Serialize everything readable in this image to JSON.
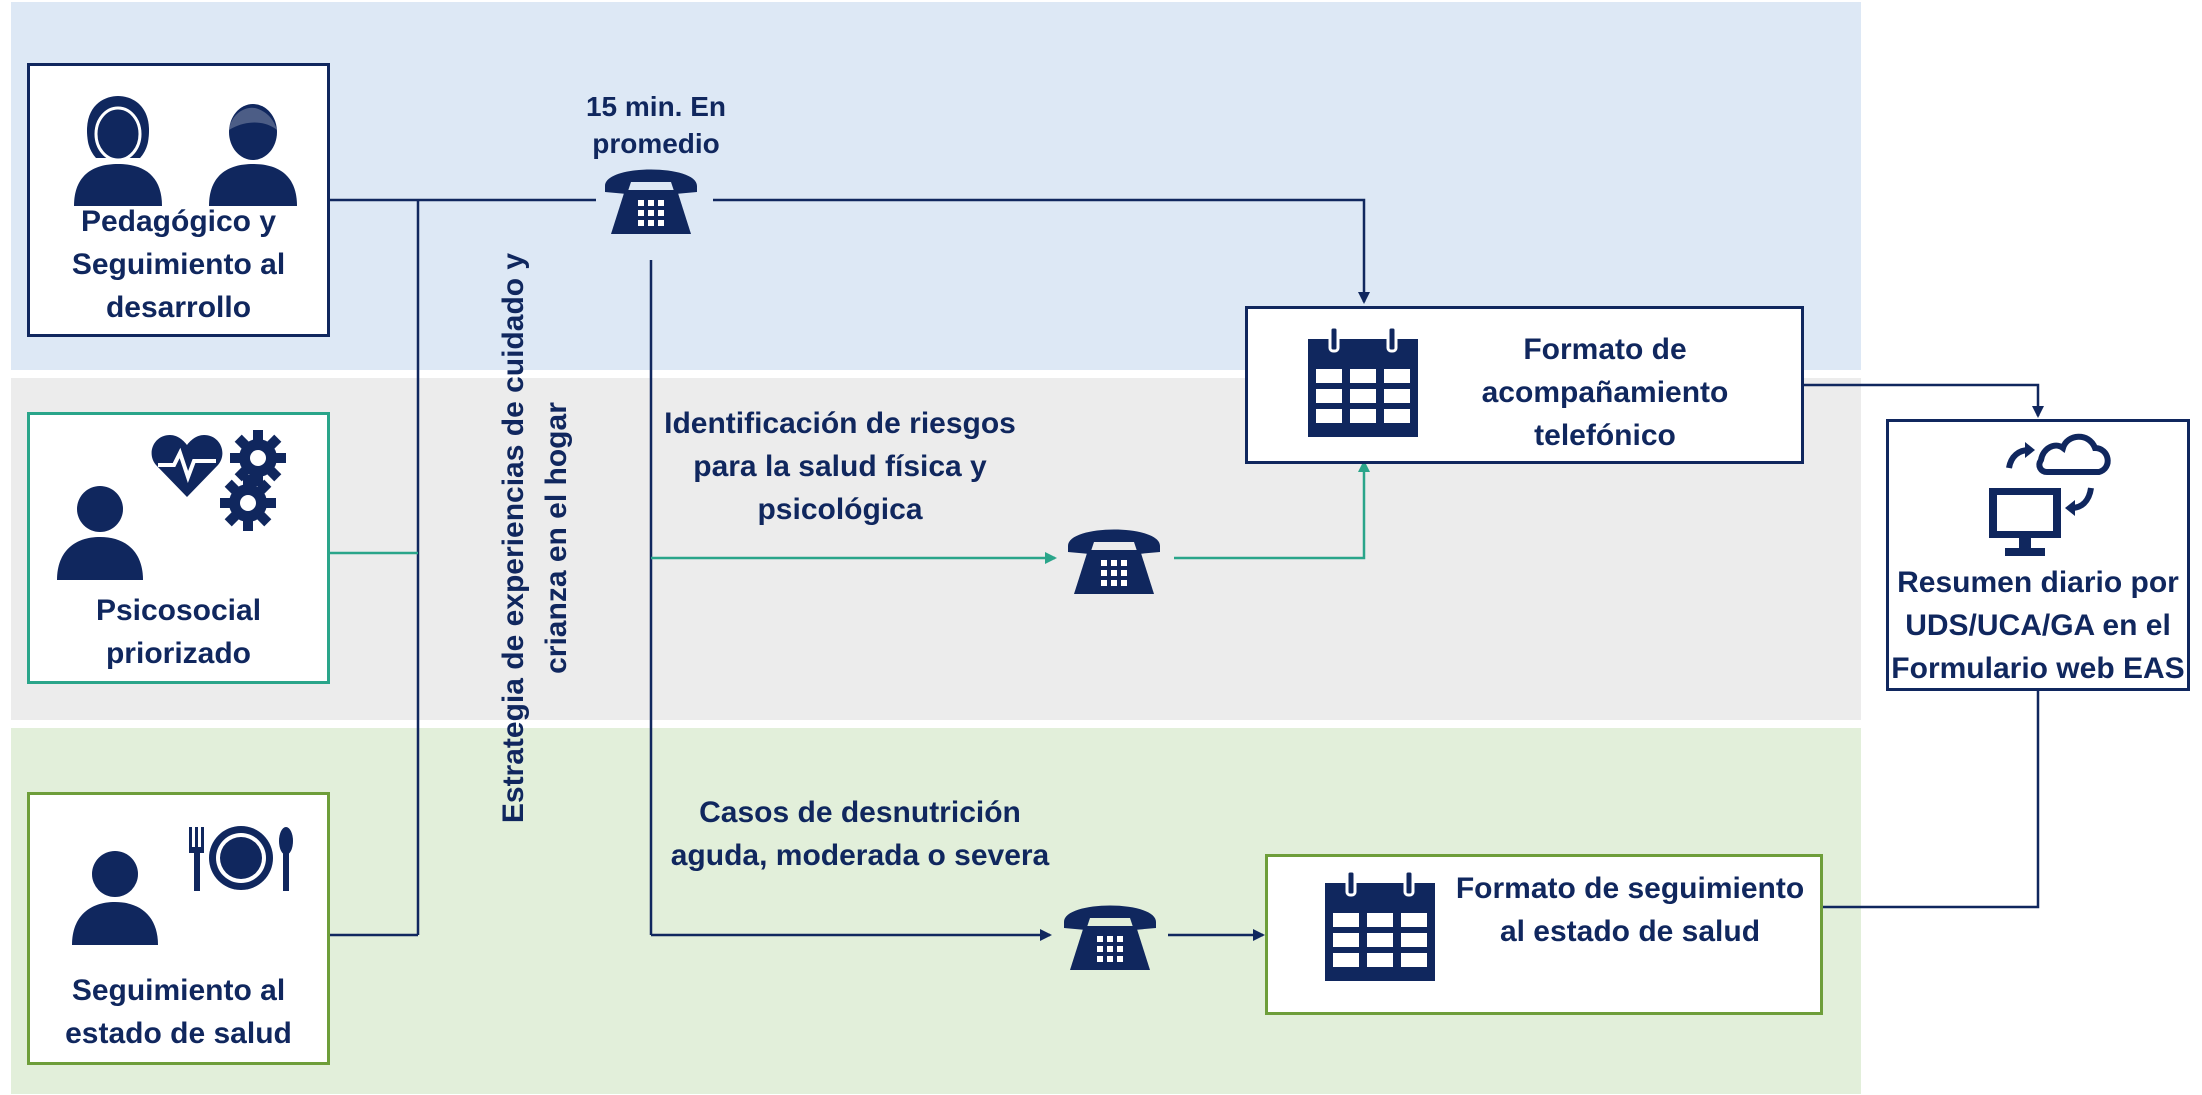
{
  "colors": {
    "navy": "#10275e",
    "teal": "#2aa58a",
    "olive": "#6e9e3a",
    "band_blue": "#dde8f5",
    "band_gray": "#ececec",
    "band_green": "#e2efda"
  },
  "roles": {
    "pedagogico": {
      "label": "Pedagógico y\nSeguimiento al\ndesarrollo",
      "icons": [
        "woman-icon",
        "man-icon"
      ]
    },
    "psicosocial": {
      "label": "Psicosocial\npriorizado",
      "icons": [
        "heart-pulse-icon",
        "gears-icon",
        "person-icon"
      ]
    },
    "salud": {
      "label": "Seguimiento al\nestado de salud",
      "icons": [
        "person-icon",
        "plate-cutlery-icon"
      ]
    }
  },
  "strategy": {
    "label": "Estrategia de experiencias de cuidado y\ncrianza en el hogar"
  },
  "call": {
    "duration_label": "15 min. En\npromedio",
    "icon": "telephone-icon"
  },
  "branches": {
    "riesgos": {
      "label": "Identificación de riesgos\npara la salud física y\npsicológica",
      "icon": "telephone-icon"
    },
    "desnutricion": {
      "label": "Casos de desnutrición\naguda, moderada o severa",
      "icon": "telephone-icon"
    }
  },
  "formats": {
    "acompanamiento": {
      "label": "Formato de\nacompañamiento\ntelefónico",
      "icon": "calendar-icon"
    },
    "seguimiento": {
      "label": "Formato de seguimiento\nal estado de salud",
      "icon": "calendar-icon"
    }
  },
  "summary": {
    "label": "Resumen diario por\nUDS/UCA/GA en el\nFormulario web EAS",
    "icon": "cloud-sync-computer-icon"
  }
}
